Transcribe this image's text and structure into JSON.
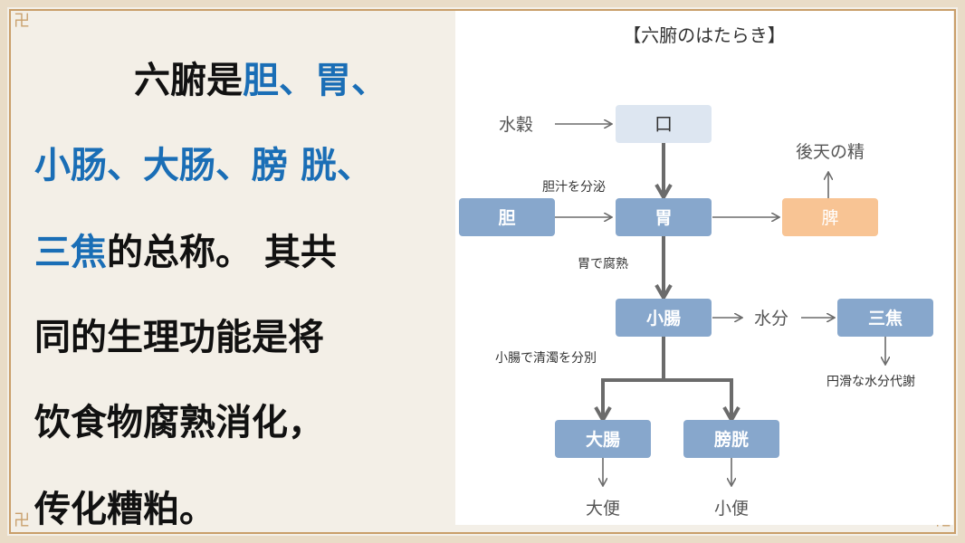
{
  "slide": {
    "lines": [
      [
        {
          "t": "六腑是",
          "c": "black"
        },
        {
          "t": "胆、胃、",
          "c": "blue"
        }
      ],
      [
        {
          "t": "小肠、大肠、膀 胱、",
          "c": "blue"
        }
      ],
      [
        {
          "t": "三焦",
          "c": "blue"
        },
        {
          "t": "的总称。 其共",
          "c": "black"
        }
      ],
      [
        {
          "t": "同的生理功能是将",
          "c": "black"
        }
      ],
      [
        {
          "t": "饮食物腐熟消化，",
          "c": "black"
        }
      ],
      [
        {
          "t": "传化糟粕。",
          "c": "black"
        }
      ]
    ]
  },
  "diagram": {
    "title": "【六腑のはたらき】",
    "nodes": {
      "mouth": "口",
      "gallbladder": "胆",
      "stomach": "胃",
      "spleen": "脾",
      "small_intestine": "小腸",
      "sanjiao": "三焦",
      "large_intestine": "大腸",
      "bladder": "膀胱"
    },
    "labels": {
      "grain_water": "水穀",
      "acquired_essence": "後天の精",
      "bile_secretion": "胆汁を分泌",
      "stomach_ripening": "胃で腐熟",
      "water": "水分",
      "separation": "小腸で清濁を分別",
      "water_metabolism": "円滑な水分代謝",
      "stool": "大便",
      "urine": "小便"
    }
  },
  "colors": {
    "blue_text": "#1a6eb6",
    "node_blue": "#87a7cc",
    "node_light": "#dde6f1",
    "node_orange": "#f8c494",
    "arrow": "#6b6b6b"
  }
}
